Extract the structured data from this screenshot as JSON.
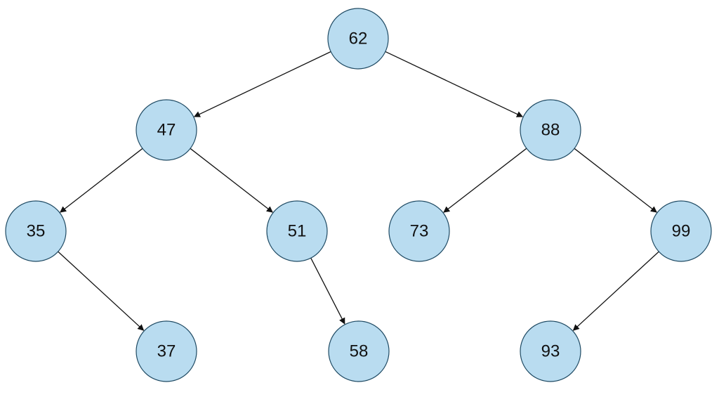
{
  "diagram": {
    "type": "binary-search-tree",
    "colors": {
      "node_fill": "#b9dcf0",
      "node_stroke": "#1f4a63",
      "edge": "#111111",
      "background": "#ffffff"
    },
    "nodes": [
      {
        "id": "n62",
        "label": "62"
      },
      {
        "id": "n47",
        "label": "47"
      },
      {
        "id": "n88",
        "label": "88"
      },
      {
        "id": "n35",
        "label": "35"
      },
      {
        "id": "n51",
        "label": "51"
      },
      {
        "id": "n73",
        "label": "73"
      },
      {
        "id": "n99",
        "label": "99"
      },
      {
        "id": "n37",
        "label": "37"
      },
      {
        "id": "n58",
        "label": "58"
      },
      {
        "id": "n93",
        "label": "93"
      }
    ],
    "edges": [
      {
        "from": "n62",
        "to": "n47"
      },
      {
        "from": "n62",
        "to": "n88"
      },
      {
        "from": "n47",
        "to": "n35"
      },
      {
        "from": "n47",
        "to": "n51"
      },
      {
        "from": "n88",
        "to": "n73"
      },
      {
        "from": "n88",
        "to": "n99"
      },
      {
        "from": "n35",
        "to": "n37"
      },
      {
        "from": "n51",
        "to": "n58"
      },
      {
        "from": "n99",
        "to": "n93"
      }
    ]
  }
}
